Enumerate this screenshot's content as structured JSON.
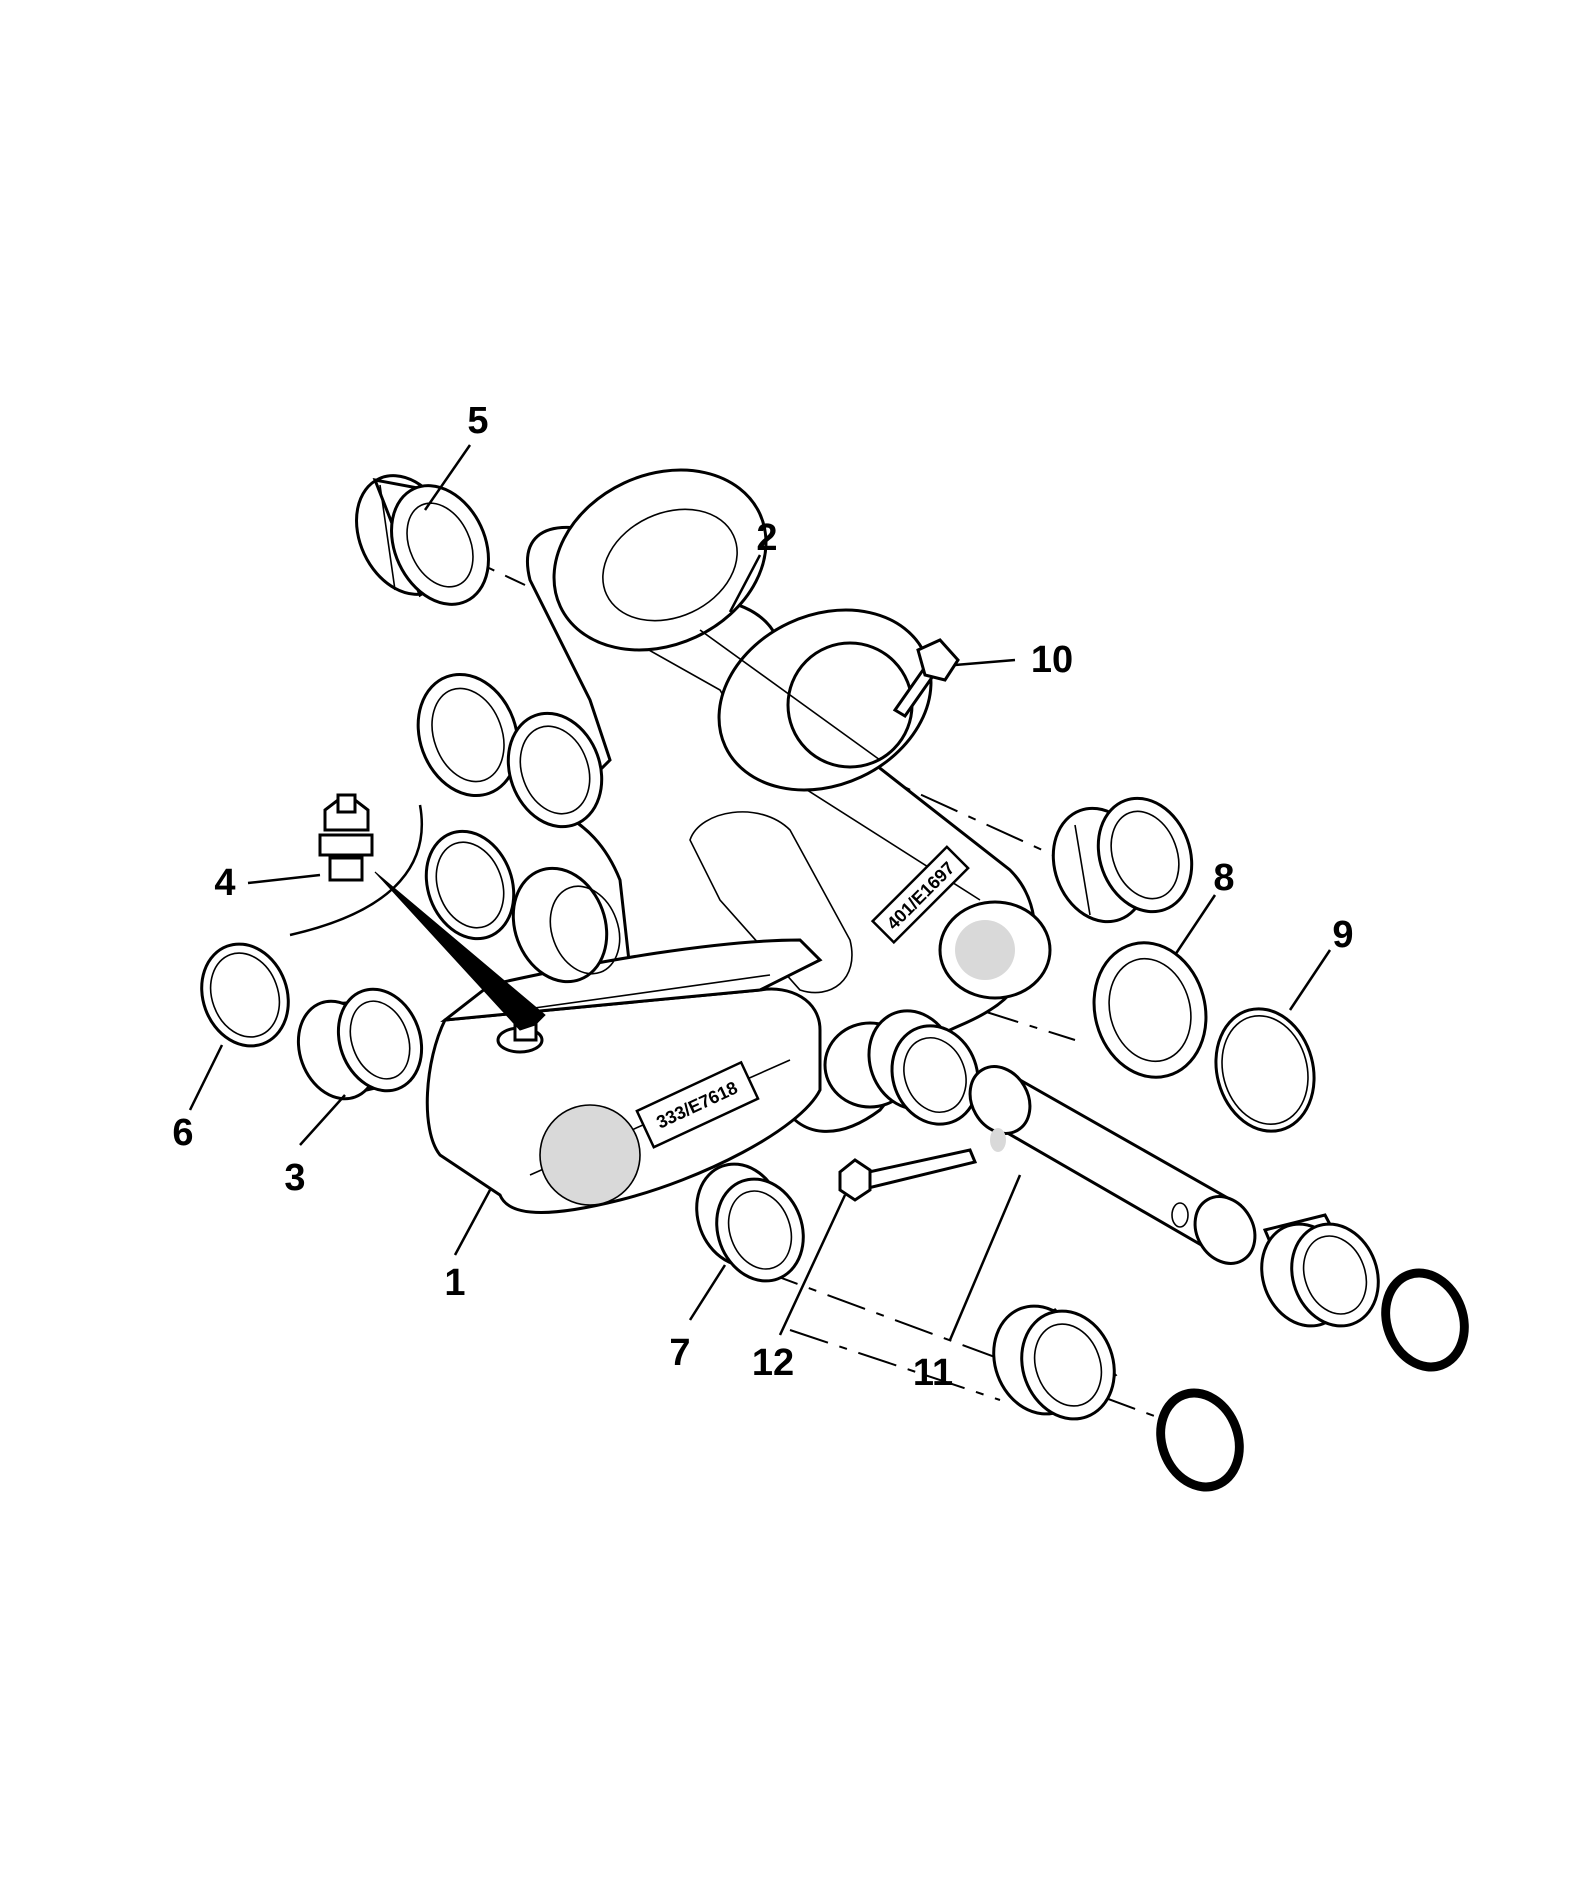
{
  "callouts": [
    {
      "id": "1",
      "label": "1"
    },
    {
      "id": "2",
      "label": "2"
    },
    {
      "id": "3",
      "label": "3"
    },
    {
      "id": "4",
      "label": "4"
    },
    {
      "id": "5",
      "label": "5"
    },
    {
      "id": "6",
      "label": "6"
    },
    {
      "id": "7",
      "label": "7"
    },
    {
      "id": "8",
      "label": "8"
    },
    {
      "id": "9",
      "label": "9"
    },
    {
      "id": "10",
      "label": "10"
    },
    {
      "id": "11",
      "label": "11"
    },
    {
      "id": "12",
      "label": "12"
    }
  ],
  "stamps": {
    "lower_link": "333/E7618",
    "upper_link": "401/E1697"
  }
}
